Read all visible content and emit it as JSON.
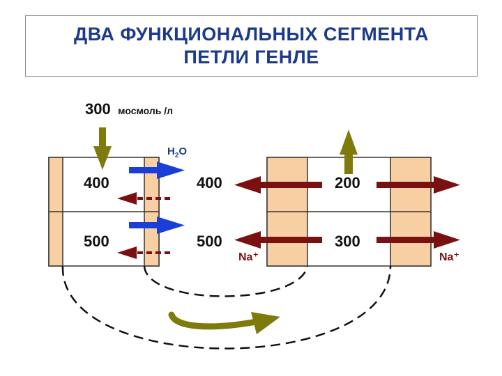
{
  "title": {
    "line1": "ДВА ФУНКЦИОНАЛЬНЫХ СЕГМЕНТА",
    "line2": "ПЕТЛИ ГЕНЛЕ"
  },
  "input": {
    "value": "300",
    "unit": "мосмоль /л"
  },
  "water_label": {
    "base": "H",
    "sub": "2",
    "tail": "O"
  },
  "left_segment": {
    "lumen_top": "400",
    "lumen_bottom": "500",
    "interstitium_top": "400",
    "interstitium_bottom": "500"
  },
  "right_segment": {
    "lumen_top": "200",
    "lumen_bottom": "300"
  },
  "sodium_label_left": "Na⁺",
  "sodium_label_right": "Na⁺",
  "colors": {
    "title": "#1c3a8c",
    "wall": "#f8cfa2",
    "olive_arrow": "#7f7a0c",
    "blue_arrow": "#1a3fd8",
    "red_arrow": "#7a1010"
  }
}
